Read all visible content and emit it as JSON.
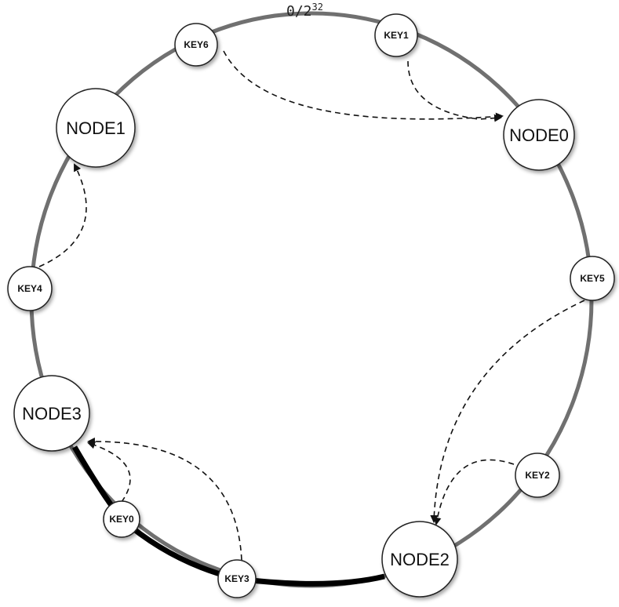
{
  "ring_label": "0/2",
  "ring_label_exp": "32",
  "nodes": [
    {
      "id": "node0",
      "label": "NODE0"
    },
    {
      "id": "node1",
      "label": "NODE1"
    },
    {
      "id": "node2",
      "label": "NODE2"
    },
    {
      "id": "node3",
      "label": "NODE3"
    }
  ],
  "keys": [
    {
      "id": "key0",
      "label": "KEY0",
      "maps_to": "node3"
    },
    {
      "id": "key1",
      "label": "KEY1",
      "maps_to": "node0"
    },
    {
      "id": "key2",
      "label": "KEY2",
      "maps_to": "node2"
    },
    {
      "id": "key3",
      "label": "KEY3",
      "maps_to": "node3"
    },
    {
      "id": "key4",
      "label": "KEY4",
      "maps_to": "node1"
    },
    {
      "id": "key5",
      "label": "KEY5",
      "maps_to": "node2"
    },
    {
      "id": "key6",
      "label": "KEY6",
      "maps_to": "node0"
    }
  ],
  "colors": {
    "ring": "#707070",
    "highlight": "#000000",
    "arrow": "#111111"
  }
}
